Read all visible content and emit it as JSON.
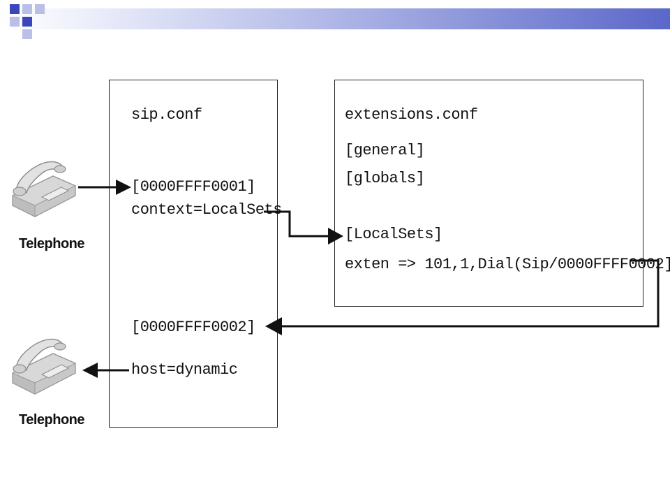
{
  "sip_conf": {
    "title": "sip.conf",
    "peer1_header": "[0000FFFF0001]",
    "peer1_context": "context=LocalSets",
    "peer2_header": "[0000FFFF0002]",
    "peer2_host": "host=dynamic"
  },
  "extensions_conf": {
    "title": "extensions.conf",
    "section_general": "[general]",
    "section_globals": "[globals]",
    "section_localsets": "[LocalSets]",
    "exten_line": "exten => 101,1,Dial(Sip/0000FFFF0002]"
  },
  "phones": [
    {
      "label": "Telephone"
    },
    {
      "label": "Telephone"
    }
  ],
  "colors": {
    "banner_end": "#5b67c9",
    "logo_blue": "#3b47b8",
    "logo_light": "#b9bfe6"
  }
}
